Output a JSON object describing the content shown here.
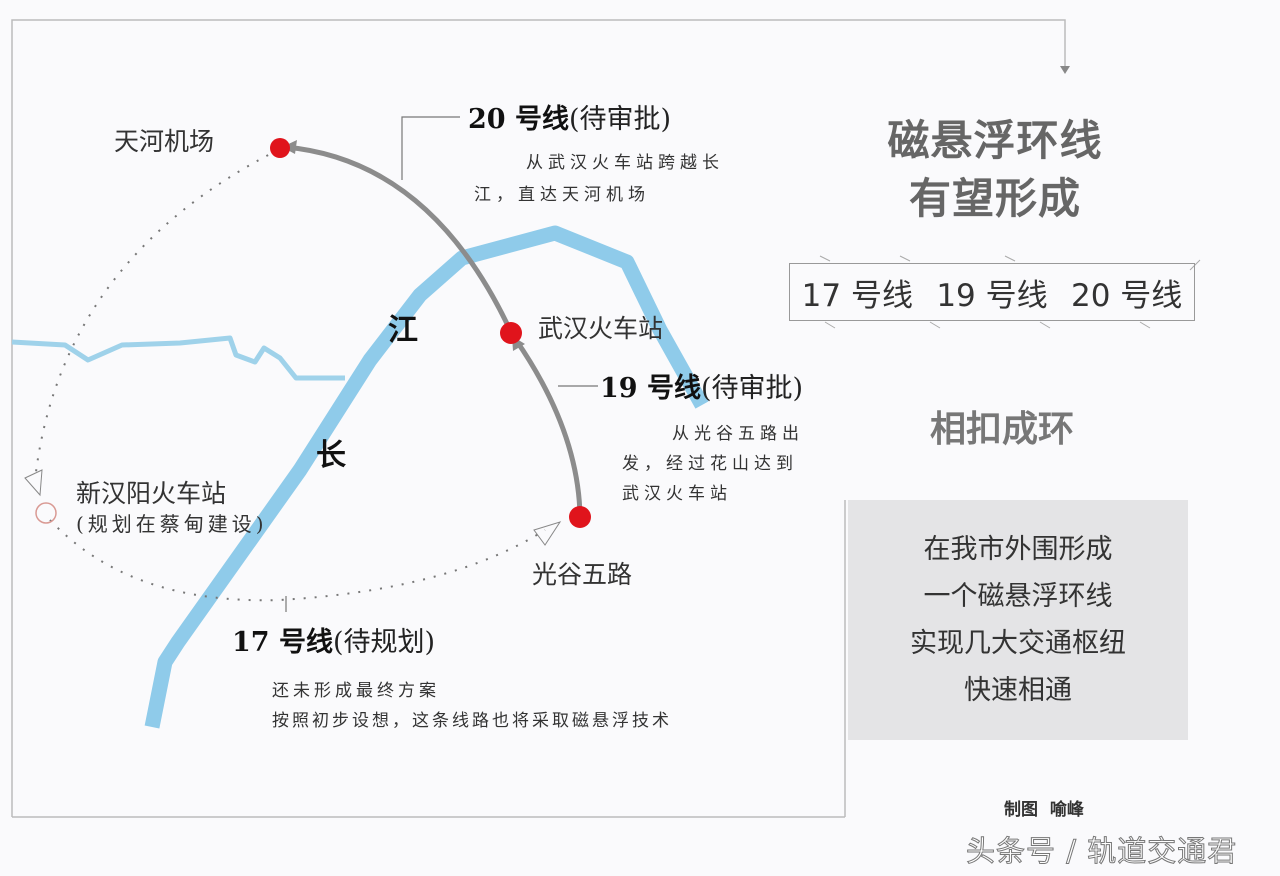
{
  "map": {
    "river_label_chars": [
      "江",
      "长"
    ],
    "stations": {
      "tianhe_airport": "天河机场",
      "wuhan_station": "武汉火车站",
      "new_hanyang_station": "新汉阳火车站",
      "new_hanyang_note": "(规划在蔡甸建设)",
      "guanggu_5th_road": "光谷五路"
    },
    "lines": [
      {
        "number": "20 号线",
        "status": "(待审批)",
        "description": [
          "从武汉火车站跨越长",
          "江，直达天河机场"
        ]
      },
      {
        "number": "19 号线",
        "status": "(待审批)",
        "description": [
          "从光谷五路出",
          "发，经过花山达到",
          "武汉火车站"
        ]
      },
      {
        "number": "17 号线",
        "status": "(待规划)",
        "description": [
          "还未形成最终方案",
          "按照初步设想，这条线路也将采取磁悬浮技术"
        ]
      }
    ],
    "colors": {
      "river": "#8fcbea",
      "station_active": "#e0141c",
      "station_planned": "#d99a94",
      "route": "#8c8c8c"
    }
  },
  "sidebar": {
    "headline": [
      "磁悬浮环线",
      "有望形成"
    ],
    "line_tags": [
      "17 号线",
      "19 号线",
      "20 号线"
    ],
    "subhead": "相扣成环",
    "summary": [
      "在我市外围形成",
      "一个磁悬浮环线",
      "实现几大交通枢纽",
      "快速相通"
    ],
    "credit": "制图  喻峰"
  },
  "watermark": "头条号 / 轨道交通君"
}
